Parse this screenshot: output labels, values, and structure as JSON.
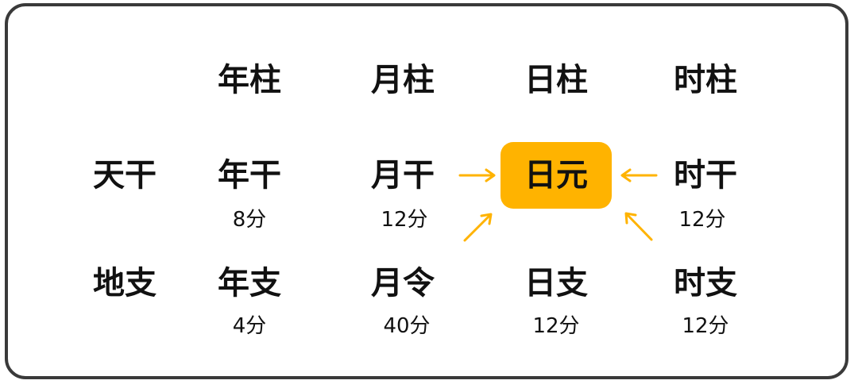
{
  "columns": [
    "年柱",
    "月柱",
    "日柱",
    "时柱"
  ],
  "rows": [
    "天干",
    "地支"
  ],
  "stems": {
    "year": {
      "label": "年干",
      "score": "8分"
    },
    "month": {
      "label": "月干",
      "score": "12分"
    },
    "day": {
      "label": "日元"
    },
    "hour": {
      "label": "时干",
      "score": "12分"
    }
  },
  "branches": {
    "year": {
      "label": "年支",
      "score": "4分"
    },
    "month": {
      "label": "月令",
      "score": "40分"
    },
    "day": {
      "label": "日支",
      "score": "12分"
    },
    "hour": {
      "label": "时支",
      "score": "12分"
    }
  },
  "colors": {
    "accent": "#ffb300",
    "border": "#3a3a3a",
    "text": "#111111"
  }
}
